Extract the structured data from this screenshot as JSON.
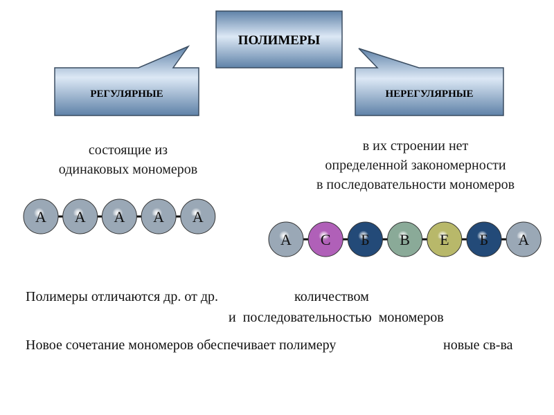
{
  "title": "ПОЛИМЕРЫ",
  "categories": {
    "regular": {
      "label": "РЕГУЛЯРНЫЕ",
      "description": [
        "состоящие из",
        "одинаковых мономеров"
      ],
      "chain": [
        "А",
        "А",
        "А",
        "А",
        "А"
      ]
    },
    "irregular": {
      "label": "НЕРЕГУЛЯРНЫЕ",
      "description": [
        "в их строении нет",
        "определенной закономерности",
        "в последовательности мономеров"
      ],
      "chain": [
        "А",
        "С",
        "Б",
        "В",
        "Е",
        "Б",
        "А"
      ]
    }
  },
  "monomer_colors": {
    "А": "#9aa8b6",
    "С": "#b060b8",
    "Б": "#234a78",
    "В": "#8aaa98",
    "Е": "#b8b86a"
  },
  "statements": {
    "line1_prefix": "Полимеры отличаются др. от др.",
    "line1_answer": "количеством",
    "line2": "и  последовательностью  мономеров",
    "line3_prefix": "Новое сочетание мономеров обеспечивает полимеру",
    "line3_answer": "новые св-ва"
  }
}
